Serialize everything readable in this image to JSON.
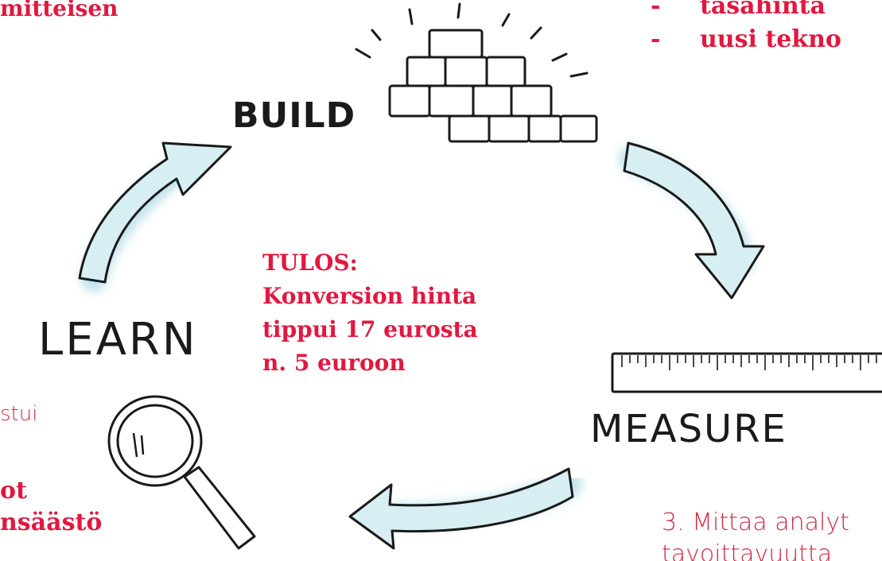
{
  "labels": {
    "build": "BUILD",
    "measure": "MEASURE",
    "learn": "LEARN"
  },
  "top_left": {
    "text": "mitteisen"
  },
  "top_right": {
    "bullets": [
      {
        "dash": "-",
        "text": "tasahinta"
      },
      {
        "dash": "-",
        "text": "uusi tekno"
      }
    ]
  },
  "result": {
    "lines": [
      "TULOS:",
      "Konversion hinta",
      "tippui 17 eurosta",
      "n. 5 euroon"
    ]
  },
  "left_notes": {
    "gray_line": "stui",
    "red_lines": [
      "ot",
      "nsäästö"
    ]
  },
  "bottom_right": {
    "lines": [
      "3. Mittaa analyt",
      "tavoittavuutta"
    ]
  },
  "colors": {
    "accent": "#e2173f",
    "arrow": "#bfe3ec",
    "ink": "#1a1a1a"
  }
}
